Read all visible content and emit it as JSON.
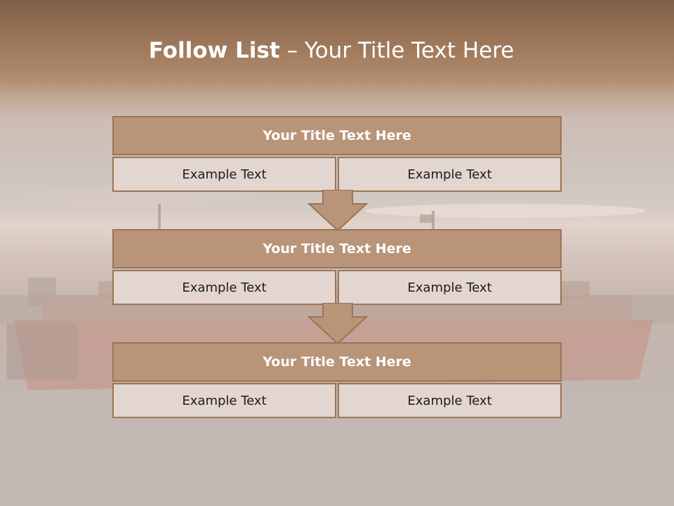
{
  "slide": {
    "title_bold": "Follow List",
    "title_rest": " – Your Title Text Here"
  },
  "blocks": [
    {
      "title": "Your Title Text Here",
      "left": "Example Text",
      "right": "Example Text"
    },
    {
      "title": "Your Title Text Here",
      "left": "Example Text",
      "right": "Example Text"
    },
    {
      "title": "Your Title Text Here",
      "left": "Example Text",
      "right": "Example Text"
    }
  ],
  "colors": {
    "header_fill": "#b89479",
    "border": "#9b7459",
    "cell_fill": "#e3d6d0",
    "top_band": "#7d604a"
  }
}
